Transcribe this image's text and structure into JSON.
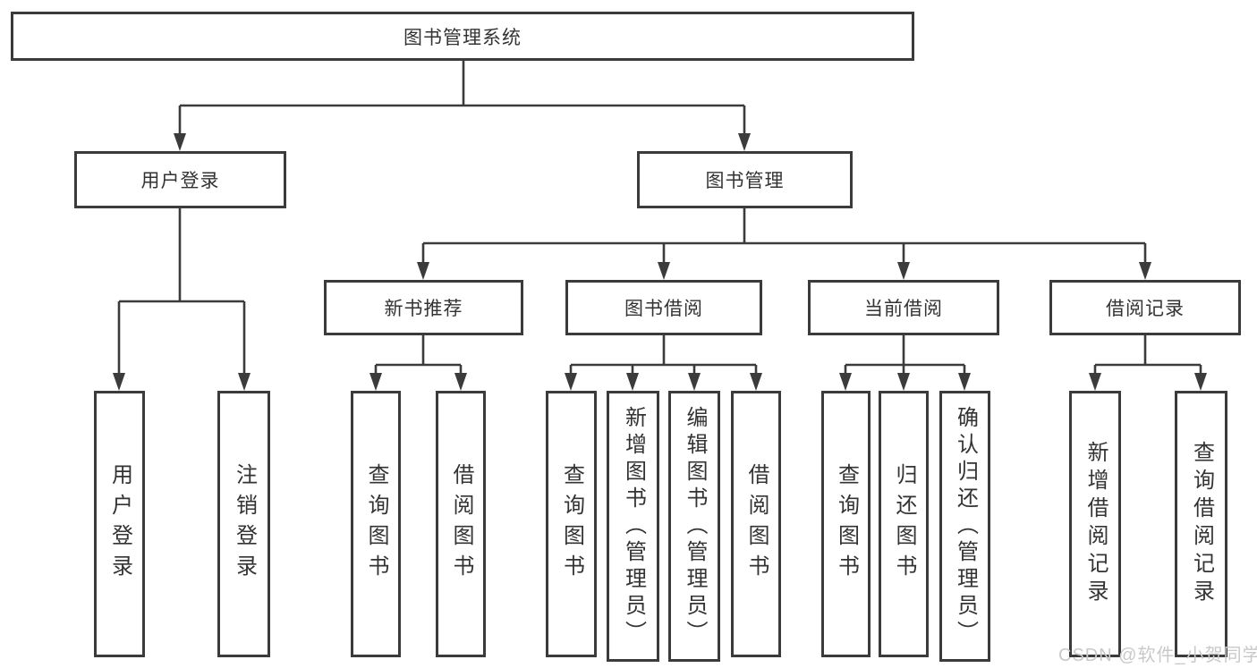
{
  "tree": {
    "root": {
      "label": "图书管理系统"
    },
    "branches": [
      {
        "label": "用户登录",
        "children": [
          {
            "label": "用户登录"
          },
          {
            "label": "注销登录"
          }
        ]
      },
      {
        "label": "图书管理",
        "children": [
          {
            "label": "新书推荐",
            "children": [
              {
                "label": "查询图书"
              },
              {
                "label": "借阅图书"
              }
            ]
          },
          {
            "label": "图书借阅",
            "children": [
              {
                "label": "查询图书"
              },
              {
                "label": "新增图书（管理员）"
              },
              {
                "label": "编辑图书（管理员）"
              },
              {
                "label": "借阅图书"
              }
            ]
          },
          {
            "label": "当前借阅",
            "children": [
              {
                "label": "查询图书"
              },
              {
                "label": "归还图书"
              },
              {
                "label": "确认归还（管理员）"
              }
            ]
          },
          {
            "label": "借阅记录",
            "children": [
              {
                "label": "新增借阅记录"
              },
              {
                "label": "查询借阅记录"
              }
            ]
          }
        ]
      }
    ]
  },
  "watermark": {
    "text": "CSDN @软件_小贺同学"
  },
  "colors": {
    "line": "#3b3b3b",
    "text": "#333333",
    "watermark": "#c9c9c9",
    "background": "#ffffff"
  }
}
